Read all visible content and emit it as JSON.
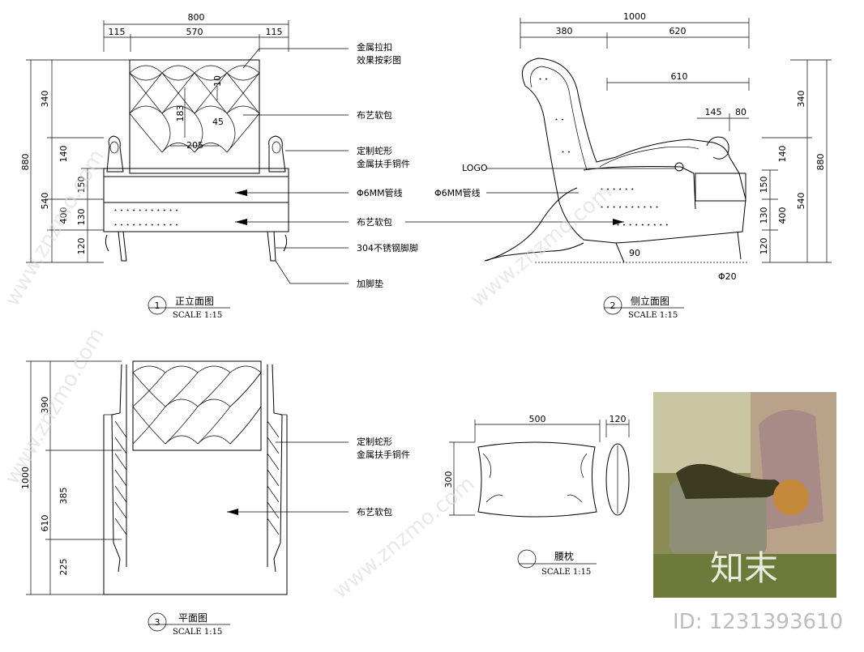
{
  "views": {
    "front": {
      "number": "1",
      "title": "正立面图",
      "scale": "SCALE 1:15"
    },
    "side": {
      "number": "2",
      "title": "侧立面图",
      "scale": "SCALE 1:15"
    },
    "plan": {
      "number": "3",
      "title": "平面图",
      "scale": "SCALE 1:15"
    },
    "pillow": {
      "title": "腰枕",
      "scale": "SCALE 1:15"
    }
  },
  "front_dims": {
    "top_total": "800",
    "top_left": "115",
    "top_mid": "570",
    "top_right": "115",
    "left_total": "880",
    "left_upper": "340",
    "left_lower": "540",
    "l_140": "140",
    "l_150": "150",
    "l_400": "400",
    "l_130": "130",
    "l_120": "120",
    "inner_10": "10",
    "inner_183": "183",
    "inner_45": "45",
    "inner_205": "205"
  },
  "side_dims": {
    "top_total": "1000",
    "top_left": "380",
    "top_right": "620",
    "d_610": "610",
    "d_145": "145",
    "d_80": "80",
    "d_90": "90",
    "d_phi20": "Φ20",
    "right_total": "880",
    "r_340": "340",
    "r_540": "540",
    "r_140": "140",
    "r_150": "150",
    "r_400": "400",
    "r_130": "130",
    "r_120": "120"
  },
  "plan_dims": {
    "total": "1000",
    "d_390": "390",
    "d_610": "610",
    "d_385": "385",
    "d_225": "225"
  },
  "pillow_dims": {
    "width": "500",
    "depth": "120",
    "height": "300"
  },
  "labels": {
    "metal_buckle_1": "金属拉扣",
    "metal_buckle_2": "效果按彩图",
    "fabric_1": "布艺软包",
    "snake_1": "定制蛇形",
    "snake_2": "金属扶手铜件",
    "pipe_front": "Φ6MM管线",
    "fabric_2": "布艺软包",
    "steel_feet": "304不锈钢脚脚",
    "foot_pad": "加脚垫",
    "logo": "LOGO",
    "pipe_side": "Φ6MM管线",
    "plan_snake_1": "定制蛇形",
    "plan_snake_2": "金属扶手铜件",
    "plan_fabric": "布艺软包"
  },
  "watermark": {
    "brand": "知末",
    "site": "www.znzmo.com",
    "id": "ID: 1231393610"
  }
}
